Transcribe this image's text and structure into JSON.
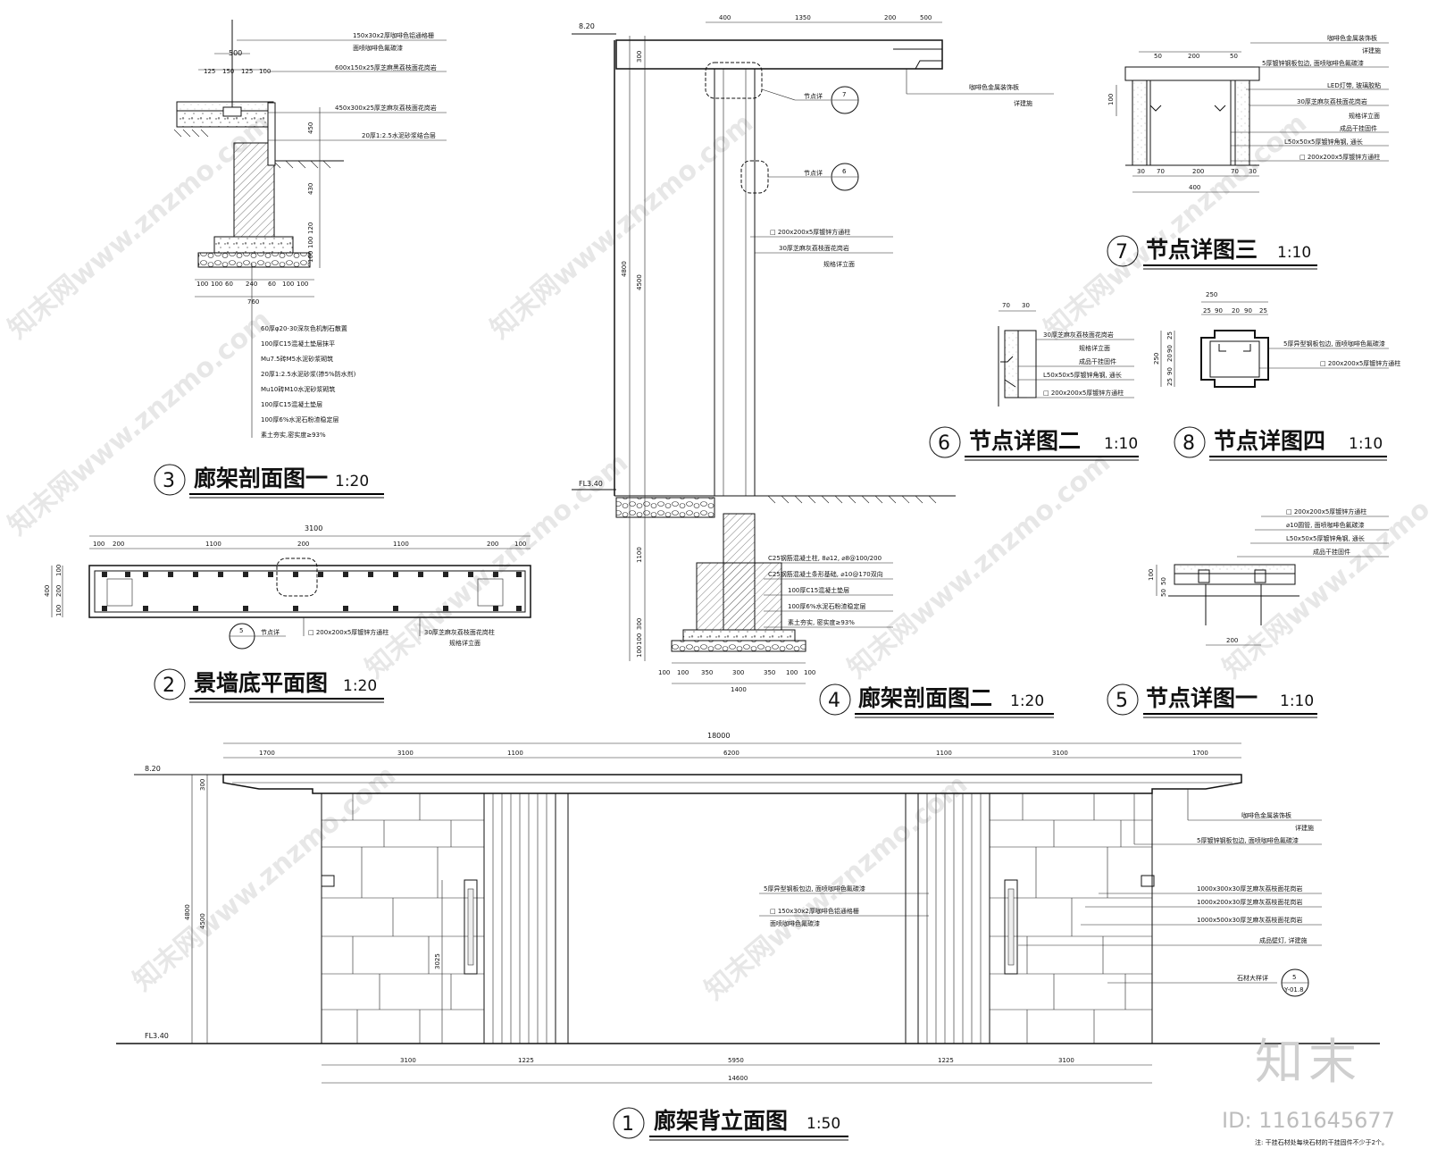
{
  "titles": {
    "d1": {
      "num": "1",
      "text": "廊架背立面图",
      "scale": "1:50"
    },
    "d2": {
      "num": "2",
      "text": "景墙底平面图",
      "scale": "1:20"
    },
    "d3": {
      "num": "3",
      "text": "廊架剖面图一",
      "scale": "1:20"
    },
    "d4": {
      "num": "4",
      "text": "廊架剖面图二",
      "scale": "1:20"
    },
    "d5": {
      "num": "5",
      "text": "节点详图一",
      "scale": "1:10"
    },
    "d6": {
      "num": "6",
      "text": "节点详图二",
      "scale": "1:10"
    },
    "d7": {
      "num": "7",
      "text": "节点详图三",
      "scale": "1:10"
    },
    "d8": {
      "num": "8",
      "text": "节点详图四",
      "scale": "1:10"
    }
  },
  "sec3": {
    "dims_top": [
      "500",
      "125",
      "150",
      "125",
      "100"
    ],
    "dims_side": [
      "450",
      "430",
      "120",
      "100",
      "100"
    ],
    "dims_bottom": [
      "100",
      "100",
      "60",
      "240",
      "60",
      "100",
      "100"
    ],
    "dim_total": "760",
    "callouts_top": [
      "150x30x2厚咖啡色铝通格栅",
      "面喷咖啡色氟碳漆",
      "600x150x25厚芝麻黑荔枝面花岗岩",
      "450x300x25厚芝麻灰荔枝面花岗岩",
      "20厚1:2.5水泥砂浆结合层"
    ],
    "layers": [
      "60厚φ20-30深灰色机制石散置",
      "100厚C15混凝土垫层抹平",
      "Mu7.5砖M5水泥砂浆砌筑",
      "20厚1:2.5水泥砂浆(掺5%防水剂)",
      "Mu10砖M10水泥砂浆砌筑",
      "100厚C15混凝土垫层",
      "100厚6%水泥石粉渣稳定层",
      "素土夯实,密实度≥93%"
    ]
  },
  "sec2": {
    "dim_total": "3100",
    "dims": [
      "100",
      "200",
      "1100",
      "200",
      "1100",
      "200",
      "100"
    ],
    "dims_side": [
      "400",
      "100",
      "200",
      "100"
    ],
    "ref": "5",
    "callouts": [
      "节点详",
      "□ 200x200x5厚镀锌方通柱",
      "30厚芝麻灰荔枝面花岗柱",
      "规格详立面"
    ]
  },
  "sec4": {
    "level_top": "8.20",
    "level_bot": "FL3.40",
    "dims_top": [
      "400",
      "1350",
      "200",
      "500"
    ],
    "dims_side": [
      "300",
      "4800",
      "4500",
      "1100",
      "300",
      "100",
      "100"
    ],
    "dims_bottom": [
      "100",
      "100",
      "350",
      "300",
      "350",
      "100",
      "100"
    ],
    "dim_total": "1400",
    "callouts": [
      "咖啡色金属装饰板",
      "详建施",
      "节点详",
      "节点详",
      "□ 200x200x5厚镀锌方通柱",
      "30厚芝麻灰荔枝面花岗岩",
      "规格详立面",
      "C25钢筋混凝土柱, 8⌀12, ⌀8@100/200",
      "C25钢筋混凝土条形基础, ⌀10@170双向",
      "100厚C15混凝土垫层",
      "100厚6%水泥石粉渣稳定层",
      "素土夯实, 密实度≥93%"
    ],
    "ref7": "7",
    "ref6": "6"
  },
  "sec7": {
    "dims_top": [
      "50",
      "200",
      "50"
    ],
    "dims_bottom": [
      "30",
      "70",
      "200",
      "70",
      "30"
    ],
    "dim_total": "400",
    "dim_side": "100",
    "callouts": [
      "咖啡色金属装饰板",
      "详建施",
      "5厚镀锌钢板包边, 面喷咖啡色氟碳漆",
      "LED灯带, 玻璃胶粘",
      "30厚芝麻灰荔枝面花岗岩",
      "规格详立面",
      "成品干挂固件",
      "L50x50x5厚镀锌角钢, 通长",
      "□ 200x200x5厚镀锌方通柱"
    ]
  },
  "sec6": {
    "dims_top": [
      "70",
      "30"
    ],
    "callouts": [
      "30厚芝麻灰荔枝面花岗岩",
      "规格详立面",
      "成品干挂固件",
      "L50x50x5厚镀锌角钢, 通长",
      "□ 200x200x5厚镀锌方通柱"
    ]
  },
  "sec8": {
    "dim_total": "250",
    "dims_top": [
      "25",
      "90",
      "20",
      "90",
      "25"
    ],
    "dims_side": [
      "250",
      "25",
      "90",
      "20",
      "90",
      "25"
    ],
    "callouts": [
      "5厚异型钢板包边, 面喷咖啡色氟碳漆",
      "□ 200x200x5厚镀锌方通柱"
    ]
  },
  "sec5": {
    "dims_side": [
      "100",
      "50",
      "50"
    ],
    "dim_bottom": "200",
    "callouts": [
      "□ 200x200x5厚镀锌方通柱",
      "⌀10圆管, 面喷咖啡色氟碳漆",
      "L50x50x5厚镀锌角钢, 通长",
      "成品干挂固件"
    ]
  },
  "sec1": {
    "dim_total": "18000",
    "dims_top": [
      "1700",
      "3100",
      "1100",
      "6200",
      "1100",
      "3100",
      "1700"
    ],
    "dims_bottom": [
      "3100",
      "1225",
      "5950",
      "1225",
      "3100"
    ],
    "dim_bottom_total": "14600",
    "level_top": "8.20",
    "level_bot": "FL3.40",
    "dims_side": [
      "300",
      "4800",
      "4500",
      "3025"
    ],
    "callouts_mid": [
      "5厚异型钢板包边, 面喷咖啡色氟碳漆",
      "□ 150x30x2厚咖啡色铝通格栅",
      "面喷咖啡色氟碳漆"
    ],
    "callouts_right": [
      "咖啡色金属装饰板",
      "详建施",
      "5厚镀锌钢板包边, 面喷咖啡色氟碳漆",
      "1000x300x30厚芝麻灰荔枝面花岗岩",
      "1000x200x30厚芝麻灰荔枝面花岗岩",
      "1000x500x30厚芝麻灰荔枝面花岗岩",
      "成品壁灯, 详建施",
      "石材大样详"
    ],
    "ref": {
      "top": "5",
      "bottom": "Y-01.8"
    }
  },
  "brand": {
    "logo": "知末",
    "id": "ID: 1161645677",
    "note": "注: 干挂石材处每块石材的干挂固件不少于2个。",
    "watermark": "知末网www.znzmo.com"
  }
}
